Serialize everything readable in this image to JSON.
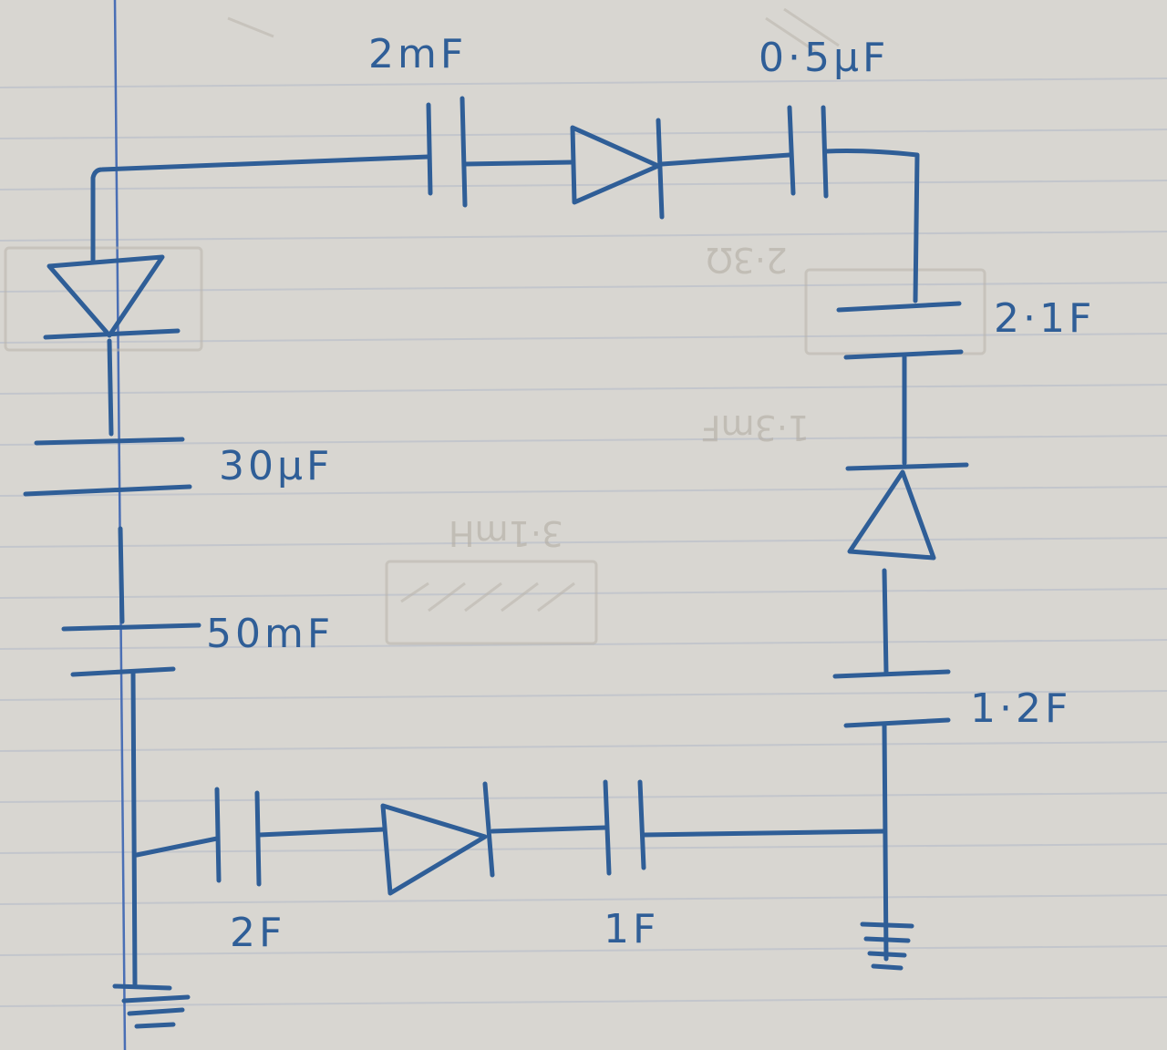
{
  "diagram": {
    "ink_color": "#2f5e97",
    "paper_color": "#d8d6d1",
    "labels": {
      "c_top_left": "2mF",
      "c_top_right": "0·5μF",
      "c_right_top": "2·1F",
      "c_left_top": "30μF",
      "c_left_mid": "50mF",
      "c_right_bottom": "1·2F",
      "c_bottom_left": "2F",
      "c_bottom_right": "1F"
    },
    "ghost_text": {
      "g1": "2·3Ω",
      "g2": "1·3mF",
      "g3": "3·1mH"
    }
  }
}
